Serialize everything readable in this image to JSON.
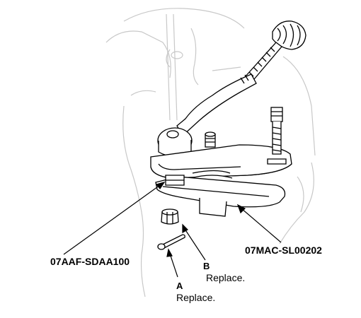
{
  "callouts": {
    "left_tool": "07AAF-SDAA100",
    "right_tool": "07MAC-SL00202",
    "part_b": {
      "letter": "B",
      "note": "Replace."
    },
    "part_a": {
      "letter": "A",
      "note": "Replace."
    }
  },
  "colors": {
    "ink": "#000000",
    "ghost": "#c8c8c8",
    "fill": "#ffffff"
  }
}
